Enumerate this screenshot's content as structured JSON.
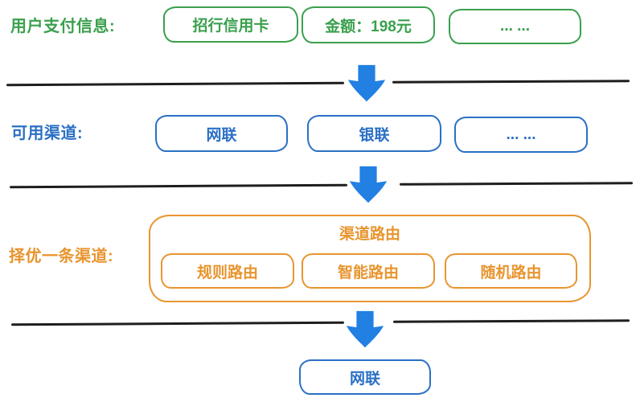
{
  "colors": {
    "green": "#3aa04d",
    "blue": "#2b70c4",
    "orange": "#e8952f",
    "arrow_blue": "#2180e2",
    "line": "#1e1e1e",
    "background": "#ffffff"
  },
  "sections": {
    "payment_info": {
      "label": "用户支付信息:",
      "items": [
        "招行信用卡",
        "金额：198元",
        "... ..."
      ]
    },
    "available_channels": {
      "label": "可用渠道:",
      "items": [
        "网联",
        "银联",
        "... ..."
      ]
    },
    "channel_selection": {
      "label": "择优一条渠道:",
      "container_title": "渠道路由",
      "items": [
        "规则路由",
        "智能路由",
        "随机路由"
      ]
    },
    "selected_channel": {
      "label": "网联"
    }
  }
}
